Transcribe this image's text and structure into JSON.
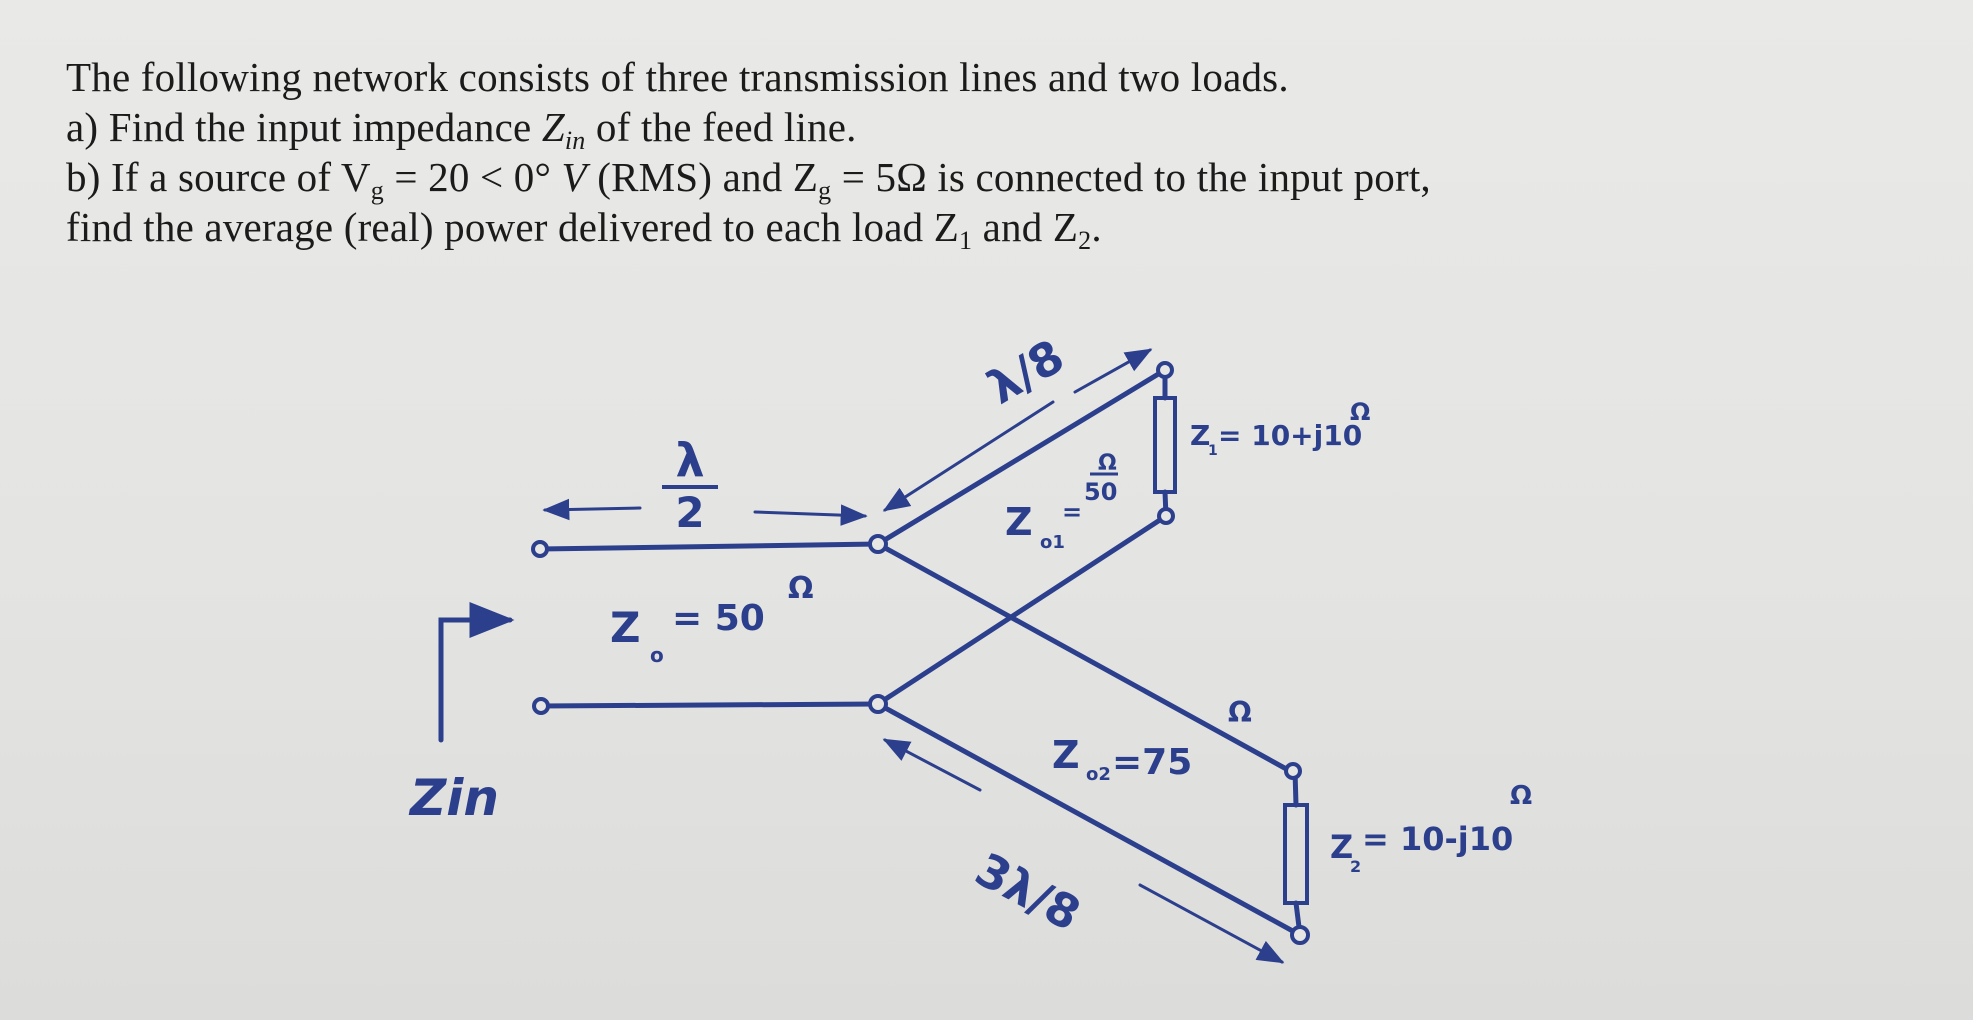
{
  "problem": {
    "intro": "The following network consists of three transmission lines and two loads.",
    "part_a": {
      "prefix": "a) Find the input impedance ",
      "z_symbol": "Z",
      "z_sub": "in",
      "suffix": " of the feed line."
    },
    "part_b": {
      "prefix": "b) If a source of V",
      "vg_sub": "g",
      "vg_value": " = 20 < 0° ",
      "volt_unit": "V",
      "rms": " (RMS) and Z",
      "zg_sub": "g",
      "zg_value": " = 5Ω is connected to the input port,"
    },
    "part_b_cont": {
      "prefix": "find the average (real) power delivered to each load Z",
      "z1_sub": "1",
      "mid": " and Z",
      "z2_sub": "2",
      "end": "."
    }
  },
  "diagram": {
    "feed_length_num": "λ",
    "feed_length_den": "2",
    "feed_z0": "Z",
    "feed_z0_sub": "o",
    "feed_z0_value": "= 50",
    "ohm": "Ω",
    "zin": "Zin",
    "line1_length": "λ/8",
    "line1_z": "Z",
    "line1_z_sub": "o1",
    "line1_eq": "=",
    "line1_value": "50",
    "line1_unit": "Ω",
    "load1": "Z",
    "load1_sub": "1",
    "load1_value": "= 10+j10",
    "load1_unit": "Ω",
    "line2_z": "Z",
    "line2_z_sub": "o2",
    "line2_value": "=75",
    "line2_unit": "Ω",
    "line2_length": "3λ/8",
    "load2": "Z",
    "load2_sub": "2",
    "load2_value": "= 10-j10",
    "load2_unit": "Ω"
  },
  "colors": {
    "ink": "#2c3f8c",
    "text": "#1b1b1b",
    "paper": "#e6e6e4"
  }
}
